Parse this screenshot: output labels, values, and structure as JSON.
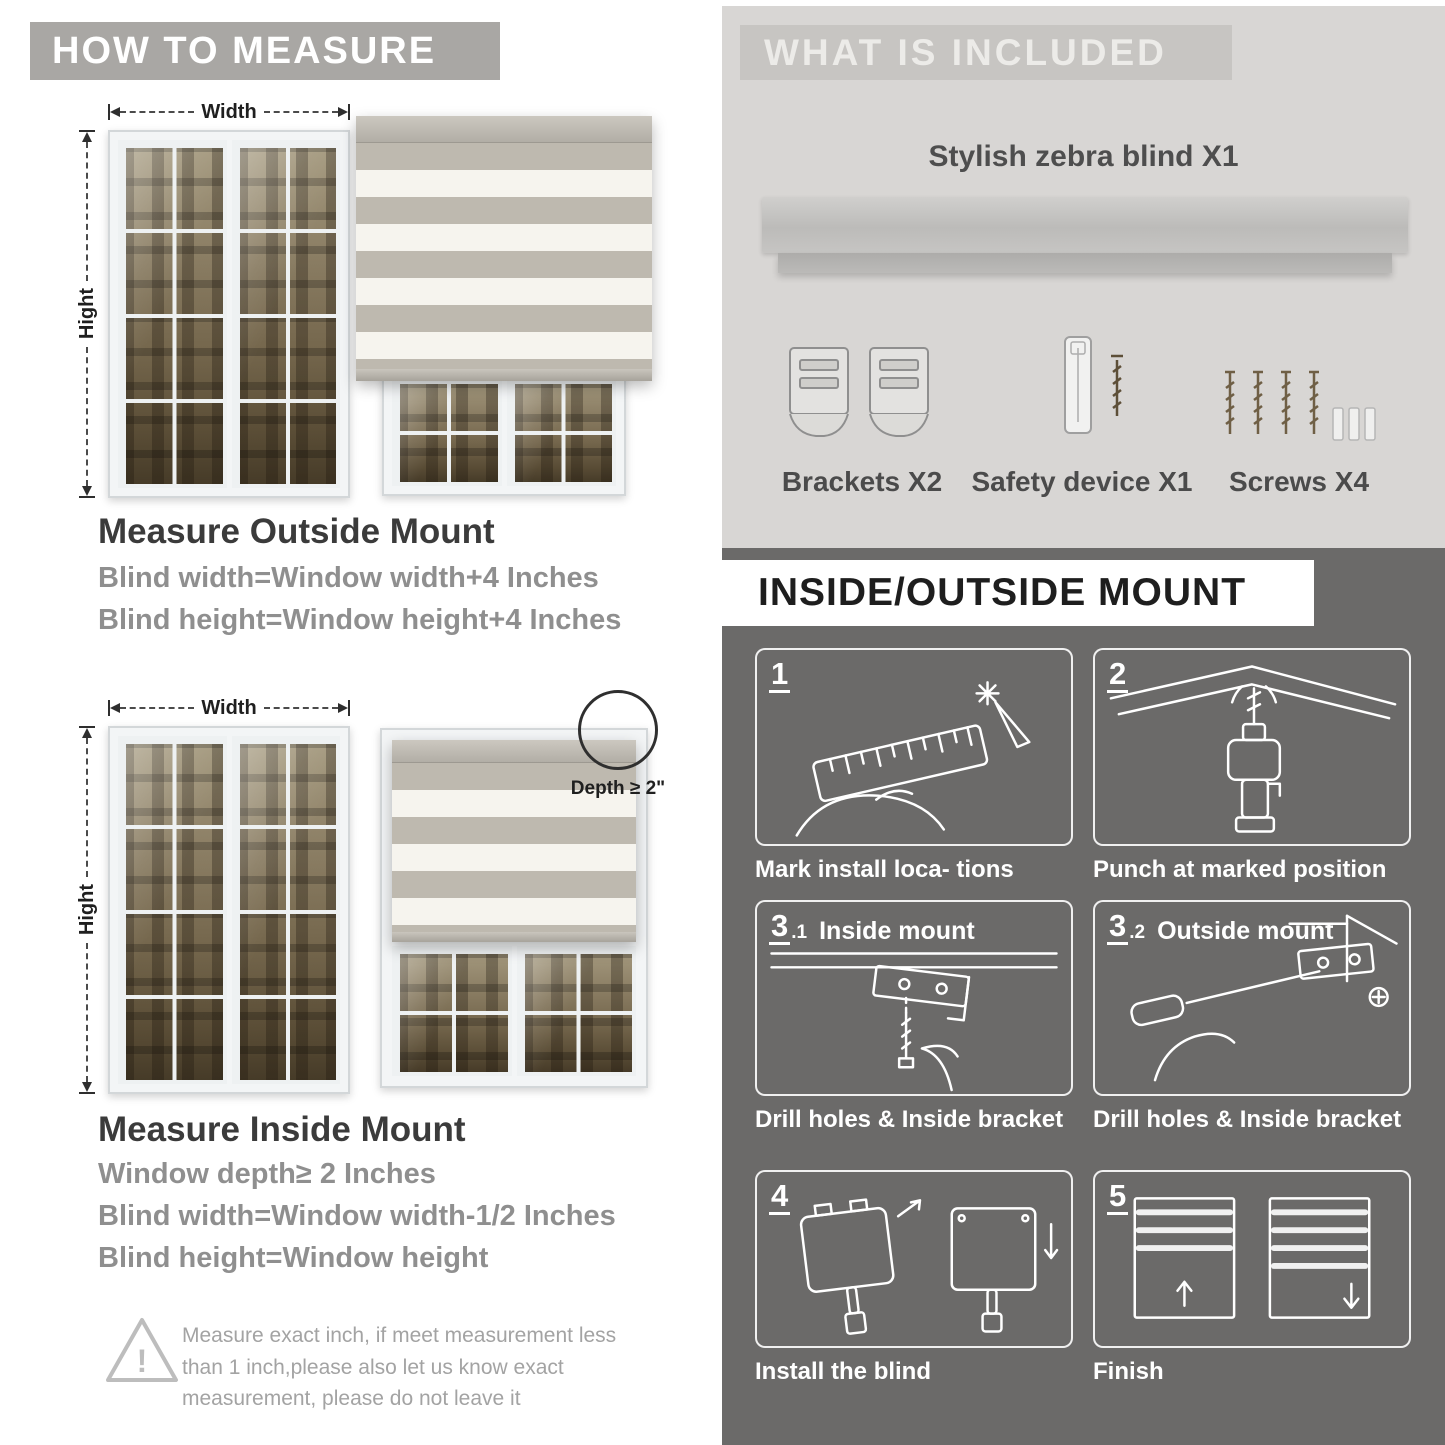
{
  "left": {
    "header": "HOW TO MEASURE",
    "outside": {
      "width_label": "Width",
      "height_label": "Hight",
      "title": "Measure Outside Mount",
      "line1": "Blind width=Window width+4 Inches",
      "line2": "Blind height=Window height+4 Inches"
    },
    "inside": {
      "width_label": "Width",
      "height_label": "Hight",
      "depth_label": "Depth ≥ 2\"",
      "title": "Measure Inside Mount",
      "line1": "Window depth≥ 2 Inches",
      "line2": "Blind width=Window width-1/2 Inches",
      "line3": "Blind height=Window height"
    },
    "warning": {
      "icon": "!",
      "text": "Measure exact inch, if meet measurement less than 1 inch,please also let us know exact measurement, please do not leave it"
    }
  },
  "included": {
    "header": "WHAT IS INCLUDED",
    "blind_title": "Stylish zebra blind X1",
    "items": [
      {
        "label": "Brackets X2"
      },
      {
        "label": "Safety device X1"
      },
      {
        "label": "Screws X4"
      }
    ]
  },
  "mount": {
    "header": "INSIDE/OUTSIDE MOUNT",
    "steps": [
      {
        "num": "1",
        "sub": "",
        "label": "",
        "caption": "Mark install loca- tions"
      },
      {
        "num": "2",
        "sub": "",
        "label": "",
        "caption": "Punch at  marked position"
      },
      {
        "num": "3",
        "sub": ".1",
        "label": "Inside mount",
        "caption": "Drill holes &  Inside bracket"
      },
      {
        "num": "3",
        "sub": ".2",
        "label": "Outside mount",
        "caption": "Drill holes &  Inside bracket"
      },
      {
        "num": "4",
        "sub": "",
        "label": "",
        "caption": "Install the blind"
      },
      {
        "num": "5",
        "sub": "",
        "label": "",
        "caption": "Finish"
      }
    ]
  },
  "colors": {
    "header_gray": "#a9a7a4",
    "light_section": "#d8d6d4",
    "dark_section": "#6b6a69",
    "stripe_gray": "#beb9af",
    "stripe_cream": "#f6f4ee"
  }
}
